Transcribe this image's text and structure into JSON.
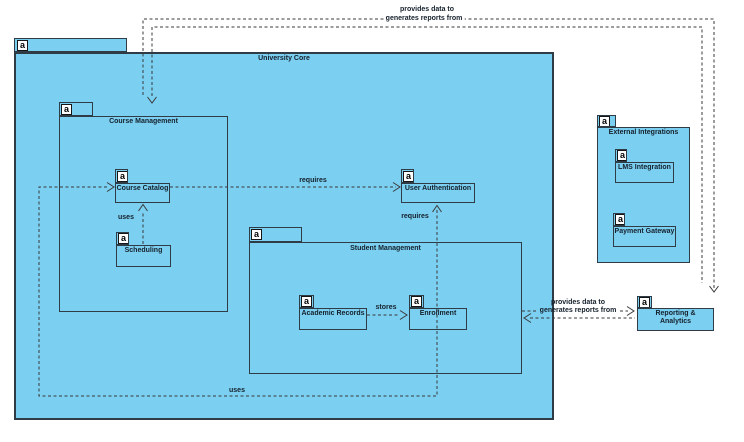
{
  "diagram": {
    "tab_icon": "a",
    "packages": {
      "university_core": "University Core",
      "course_management": "Course Management",
      "student_management": "Student Management",
      "external_integrations": "External Integrations"
    },
    "components": {
      "course_catalog": "Course Catalog",
      "scheduling": "Scheduling",
      "user_authentication": "User Authentication",
      "academic_records": "Academic Records",
      "enrollment": "Enrollment",
      "lms_integration": "LMS Integration",
      "payment_gateway": "Payment Gateway",
      "reporting_analytics": "Reporting & Analytics"
    },
    "edge_labels": {
      "provides": "provides data to",
      "generates": "generates reports from",
      "requires": "requires",
      "uses": "uses",
      "stores": "stores"
    },
    "colors": {
      "shape_fill": "#7BCFF1",
      "shape_border": "#2F3B45",
      "connector": "#3a3a3a",
      "background": "#ffffff"
    }
  }
}
